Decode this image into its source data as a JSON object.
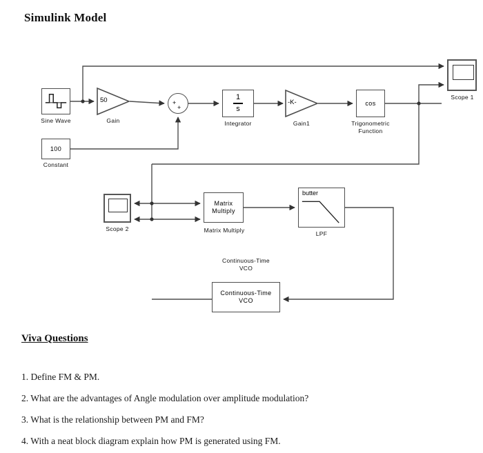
{
  "page": {
    "title": "Simulink Model",
    "background": "#ffffff",
    "line_color": "#4d4d4d"
  },
  "diagram": {
    "blocks": {
      "sine_wave": {
        "name": "Sine Wave",
        "label": "Sine Wave",
        "icon": "sine-wave-icon"
      },
      "gain": {
        "name": "Gain",
        "label": "Gain",
        "value": "50"
      },
      "sum": {
        "name": "Sum",
        "sign_left": "+",
        "sign_bottom": "+"
      },
      "integrator": {
        "name": "Integrator",
        "label": "Integrator",
        "numerator": "1",
        "denominator": "s"
      },
      "gain1": {
        "name": "Gain1",
        "label": "Gain1",
        "value": "-K-"
      },
      "trig": {
        "name": "Trigonometric Function",
        "label": "Trigonometric\nFunction",
        "value": "cos"
      },
      "constant": {
        "name": "Constant",
        "label": "Constant",
        "value": "100"
      },
      "scope1": {
        "name": "Scope 1",
        "label": "Scope 1"
      },
      "scope2": {
        "name": "Scope 2",
        "label": "Scope 2"
      },
      "matrix_multiply": {
        "name": "Matrix Multiply",
        "label": "Matrix Multiply",
        "text_line1": "Matrix",
        "text_line2": "Multiply"
      },
      "lpf": {
        "name": "LPF",
        "label": "LPF",
        "value": "butter"
      },
      "vco": {
        "name": "Continuous-Time VCO",
        "top_label": "Continuous-Time\nVCO",
        "text_line1": "Continuous-Time",
        "text_line2": "VCO"
      }
    }
  },
  "viva": {
    "heading": "Viva Questions",
    "questions": [
      "1. Define FM & PM.",
      "2. What are the advantages of Angle modulation over amplitude modulation?",
      "3. What is the relationship between PM and FM?",
      "4. With a neat block diagram explain how PM is generated using FM."
    ]
  }
}
